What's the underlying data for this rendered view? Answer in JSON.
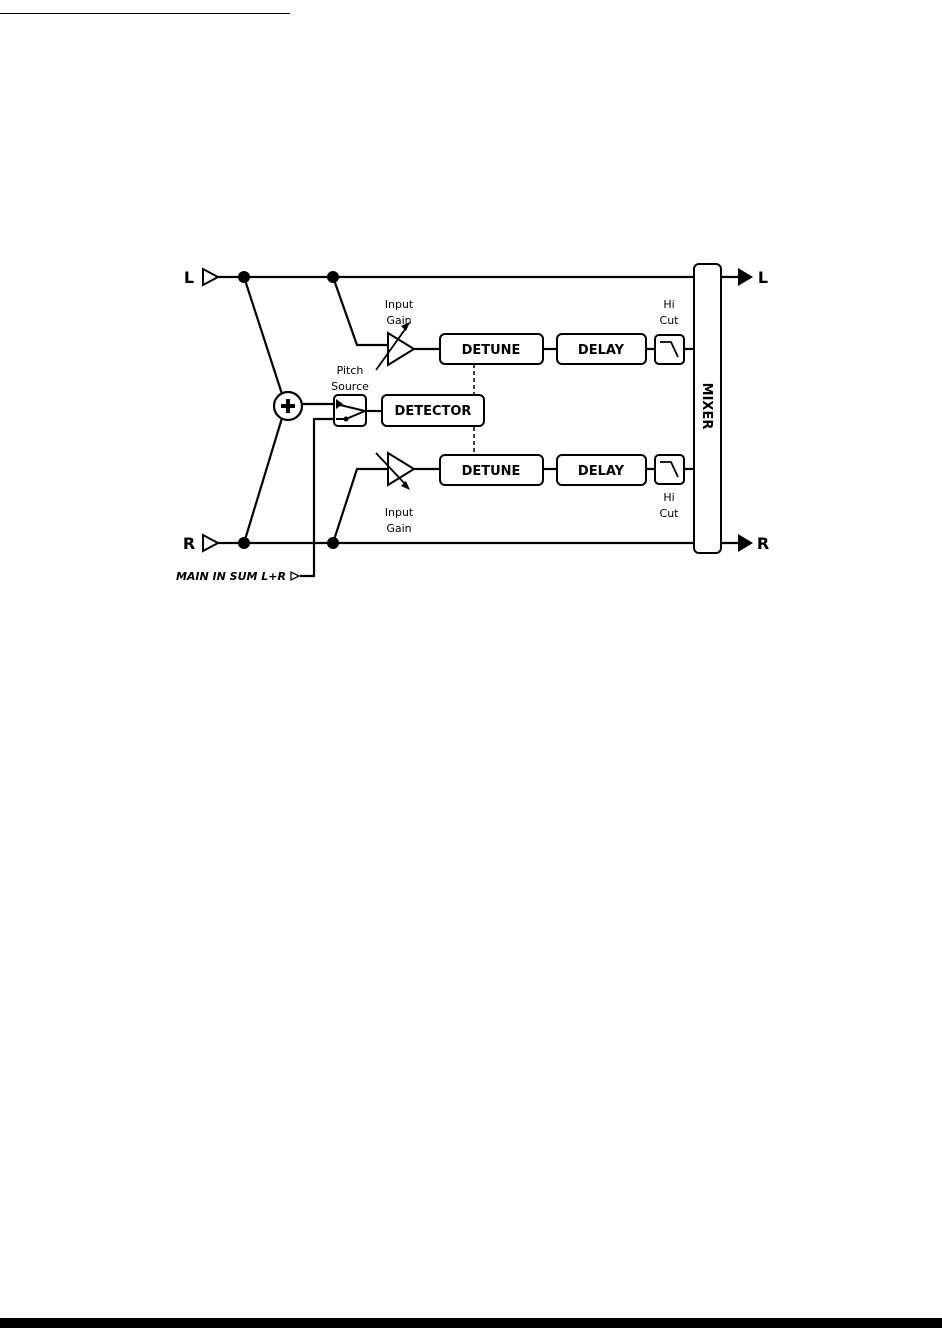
{
  "diagram": {
    "inputs": {
      "left": "L",
      "right": "R"
    },
    "outputs": {
      "left": "L",
      "right": "R"
    },
    "blocks": {
      "detune_top": "DETUNE",
      "delay_top": "DELAY",
      "detune_bottom": "DETUNE",
      "delay_bottom": "DELAY",
      "detector": "DETECTOR",
      "mixer": "MIXER"
    },
    "labels": {
      "input_gain_top": [
        "Input",
        "Gain"
      ],
      "input_gain_bottom": [
        "Input",
        "Gain"
      ],
      "hi_cut_top": [
        "Hi",
        "Cut"
      ],
      "hi_cut_bottom": [
        "Hi",
        "Cut"
      ],
      "pitch_source": [
        "Pitch",
        "Source"
      ],
      "main_in": "MAIN IN SUM L+R"
    }
  }
}
